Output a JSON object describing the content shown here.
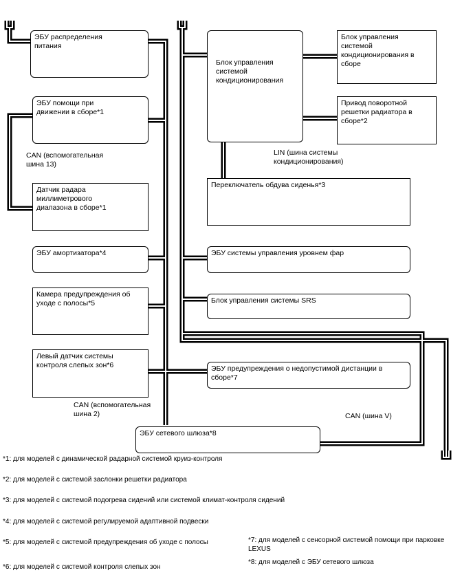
{
  "nodes": {
    "power_ecu": "ЭБУ распределения\nпитания",
    "driving_support_ecu": "ЭБУ помощи при\nдвижении в сборе*1",
    "mmw_radar": "Датчик радара\nмиллиметрового\nдиапазона в сборе*1",
    "absorber_ecu": "ЭБУ амортизатора*4",
    "lane_camera": "Камера предупреждения об\nуходе с полосы*5",
    "blind_spot_left": "Левый датчик системы\nконтроля слепых зон*6",
    "gateway_ecu": "ЭБУ сетевого шлюза*8",
    "ac_control": "Блок управления\nсистемой\nкондиционирования",
    "ac_control_assy": "Блок управления\nсистемой\nкондиционирования в\nсборе",
    "grille_actuator": "Привод поворотной\nрешетки радиатора в\nсборе*2",
    "seat_blower": "Переключатель обдува сиденья*3",
    "headlamp_leveling": "ЭБУ системы управления уровнем фар",
    "srs": "Блок управления системы SRS",
    "clearance_warning": "ЭБУ предупреждения о недопустимой дистанции в\nсборе*7"
  },
  "bus_labels": {
    "can_sub13": "CAN (вспомогательная\nшина 13)",
    "lin_ac": "LIN (шина системы\nкондиционирования)",
    "can_sub2": "CAN (вспомогательная\nшина 2)",
    "can_v": "CAN (шина V)"
  },
  "footnotes": {
    "n1": "*1: для моделей с динамической радарной системой круиз-контроля",
    "n2": "*2: для моделей с системой заслонки решетки радиатора",
    "n3": "*3: для моделей с системой подогрева сидений или системой климат-контроля сидений",
    "n4": "*4: для моделей с системой регулируемой адаптивной подвески",
    "n5": "*5: для моделей с системой предупреждения об уходе с полосы",
    "n6": "*6: для моделей с системой контроля слепых зон",
    "n7": "*7: для моделей с сенсорной системой помощи при парковке\nLEXUS",
    "n8": "*8: для моделей с ЭБУ сетевого шлюза"
  }
}
